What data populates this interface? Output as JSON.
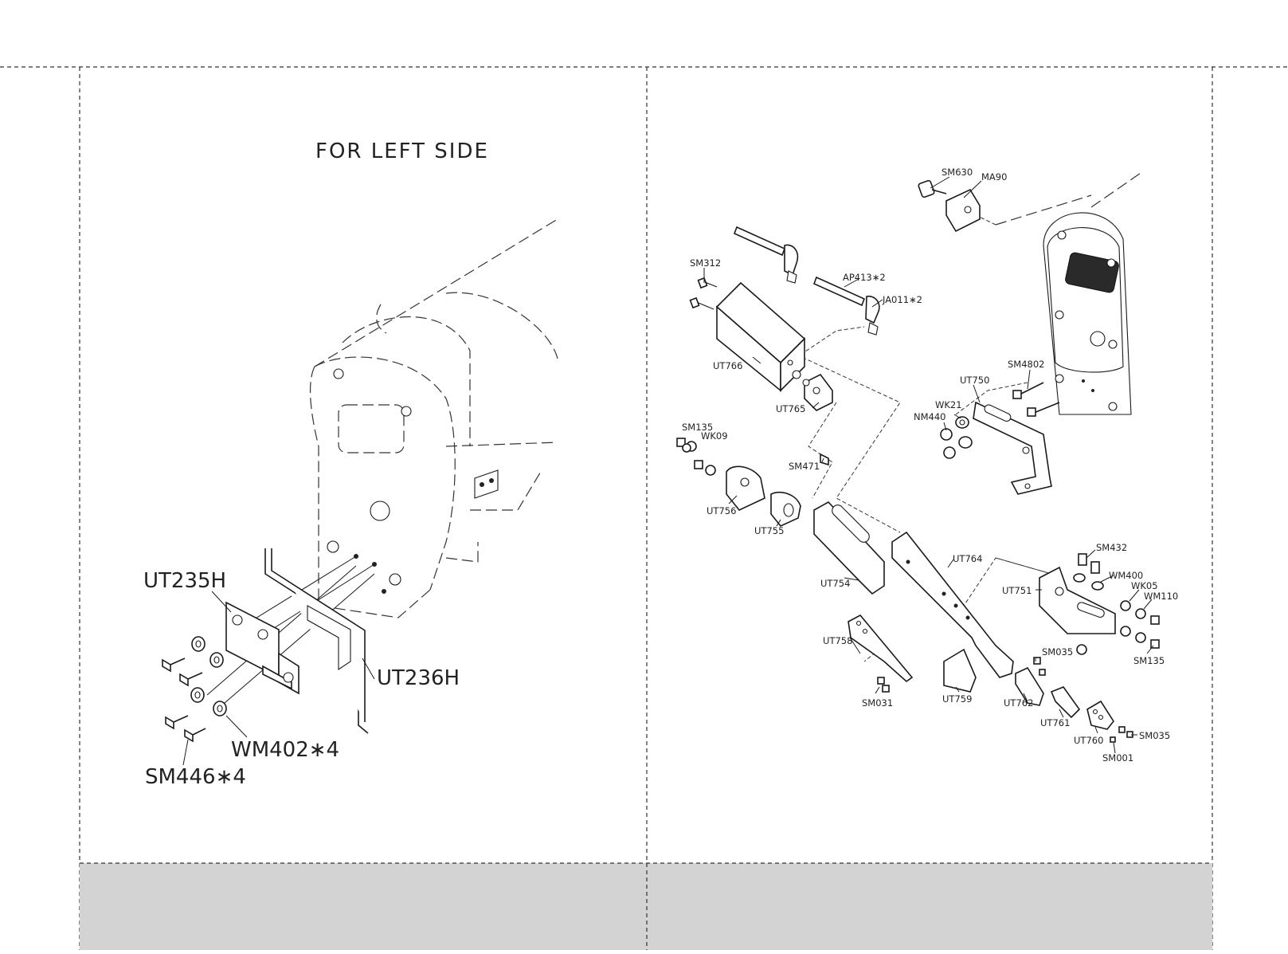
{
  "left_panel": {
    "title": "FOR LEFT SIDE",
    "labels": {
      "ut235h": "UT235H",
      "ut236h": "UT236H",
      "wm402": "WM402∗4",
      "sm446": "SM446∗4"
    }
  },
  "right_panel": {
    "labels": {
      "sm630": "SM630",
      "ma90": "MA90",
      "sm312": "SM312",
      "ap413": "AP413∗2",
      "ja011": "JA011∗2",
      "ut766": "UT766",
      "ut765": "UT765",
      "sm4802": "SM4802",
      "ut750": "UT750",
      "wk21": "WK21",
      "nm440": "NM440",
      "sm135_a": "SM135",
      "wk09": "WK09",
      "sm471": "SM471",
      "ut756": "UT756",
      "ut755": "UT755",
      "ut764": "UT764",
      "ut754": "UT754",
      "sm432": "SM432",
      "wm400": "WM400",
      "wk05": "WK05",
      "wm110": "WM110",
      "ut751": "UT751",
      "ut758": "UT758",
      "sm035_a": "SM035",
      "sm135_b": "SM135",
      "sm031": "SM031",
      "ut759": "UT759",
      "ut762": "UT762",
      "ut761": "UT761",
      "ut760": "UT760",
      "sm035_b": "SM035",
      "sm001": "SM001"
    }
  },
  "footer": {
    "cells": [
      "",
      ""
    ]
  }
}
